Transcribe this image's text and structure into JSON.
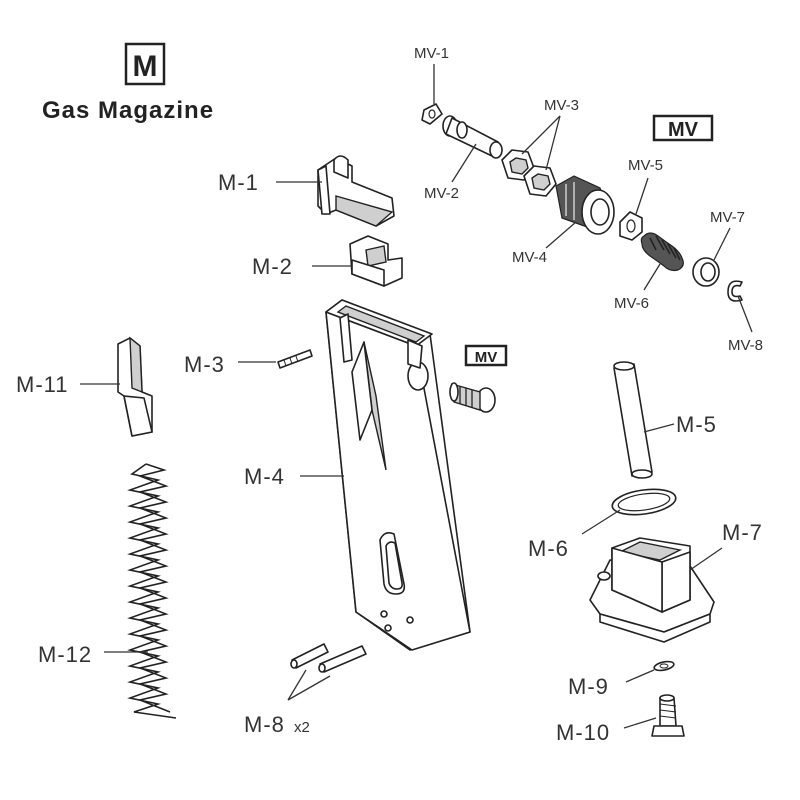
{
  "header": {
    "badge": "M",
    "title": "Gas Magazine"
  },
  "mv_badge": "MV",
  "mv_badge_small": "MV",
  "labels": {
    "m1": "M-1",
    "m2": "M-2",
    "m3": "M-3",
    "m4": "M-4",
    "m5": "M-5",
    "m6": "M-6",
    "m7": "M-7",
    "m8": "M-8",
    "m8_qty": "x2",
    "m9": "M-9",
    "m10": "M-10",
    "m11": "M-11",
    "m12": "M-12",
    "mv1": "MV-1",
    "mv2": "MV-2",
    "mv3": "MV-3",
    "mv4": "MV-4",
    "mv5": "MV-5",
    "mv6": "MV-6",
    "mv7": "MV-7",
    "mv8": "MV-8"
  }
}
